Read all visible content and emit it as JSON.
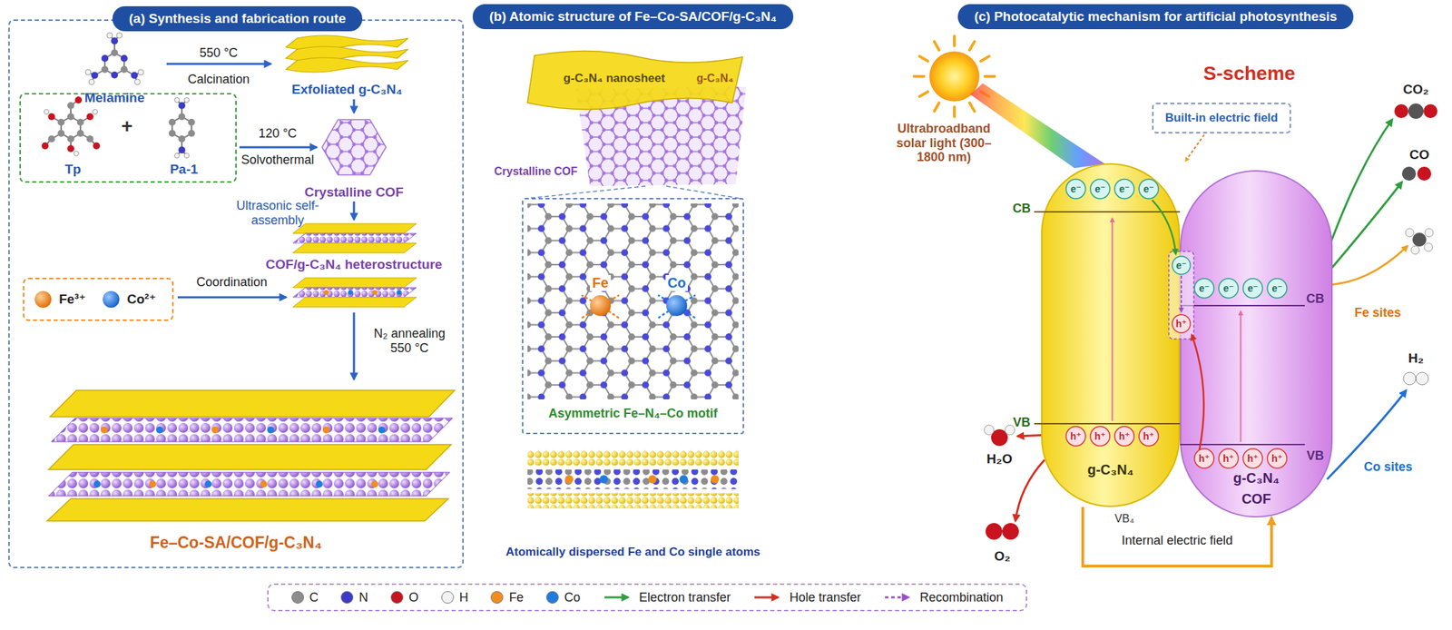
{
  "diagram": {
    "nodes": [
      {
        "text": [
          "(a) Synthesis and fabrication route"
        ]
      },
      {
        "text": [
          "Tp",
          "Pa-1"
        ],
        "in": 0
      },
      {
        "text": [
          "Fe³⁺",
          "Co²⁺"
        ],
        "in": 0
      },
      {
        "text": [
          "(b) Atomic structure of Fe–Co-SA/COF/g-C₃N₄"
        ]
      },
      {
        "text": [
          "Asymmetric Fe–N₄–Co motif"
        ]
      },
      {
        "text": [
          "(c) Photocatalytic mechanism for artificial photosynthesis"
        ]
      },
      {
        "text": [
          "Built-in electric field"
        ]
      },
      {
        "text": [
          "g-C₃N₄"
        ]
      },
      {
        "text": [
          "g-C₃N₄",
          "COF"
        ]
      }
    ],
    "edges": [
      {
        "from": 7,
        "to": 8,
        "arrow": "to",
        "label": "Internal electric field"
      }
    ],
    "labels": [
      "Melamine",
      "550 °C",
      "Calcination",
      "Exfoliated g-C₃N₄",
      "+",
      "120 °C",
      "Solvothermal",
      "Crystalline COF",
      "Ultrasonic self-assembly",
      "COF/g-C₃N₄ heterostructure",
      "Coordination",
      "N₂ annealing 550 °C",
      "Fe–Co-SA/COF/g-C₃N₄",
      "g-C₃N₄ nanosheet",
      "g-C₃N₄",
      "Crystalline COF",
      "Fe",
      "Co",
      "Atomically dispersed Fe and Co single atoms",
      "Ultrabroadband solar light (300–1800 nm)",
      "S-scheme",
      "CB",
      "VB",
      "e⁻",
      "e⁻",
      "e⁻",
      "e⁻",
      "h⁺",
      "h⁺",
      "h⁺",
      "h⁺",
      "e⁻",
      "h⁺",
      "e⁻",
      "e⁻",
      "e⁻",
      "e⁻",
      "CB",
      "h⁺",
      "h⁺",
      "h⁺",
      "h⁺",
      "VB",
      "H₂O",
      "O₂",
      "VB₄",
      "CO₂",
      "CO",
      "Fe sites",
      "H₂",
      "Co sites"
    ],
    "legend": [
      {
        "text": "C",
        "color": "#8c8c8c"
      },
      {
        "text": "N",
        "color": "#3b3bc8"
      },
      {
        "text": "O",
        "color": "#c8141e"
      },
      {
        "text": "H",
        "color": "#f2f2f2"
      },
      {
        "text": "Fe",
        "color": "#f28c1e"
      },
      {
        "text": "Co",
        "color": "#1e7de0"
      },
      {
        "text": "Electron transfer"
      },
      {
        "text": "Hole transfer"
      },
      {
        "text": "Recombination"
      }
    ]
  }
}
